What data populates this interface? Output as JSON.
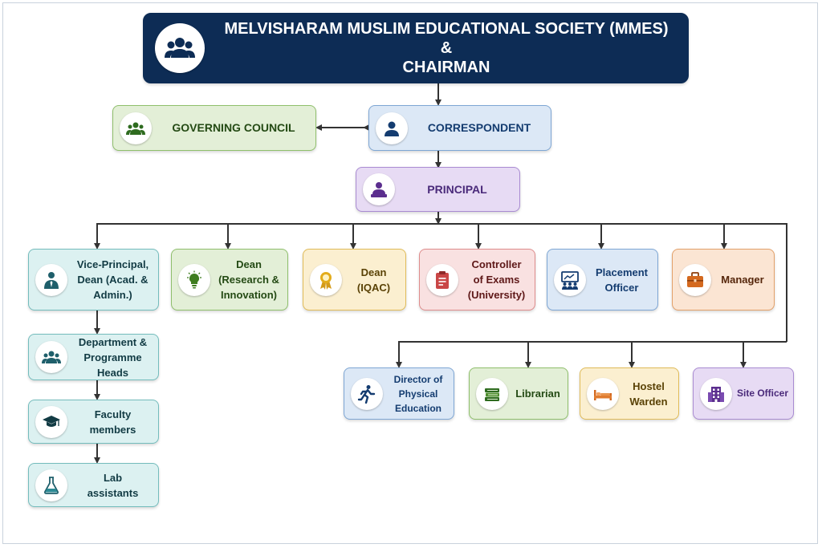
{
  "top": {
    "line1": "MELVISHARAM MUSLIM EDUCATIONAL SOCIETY (MMES)",
    "line2": "&",
    "line3": "CHAIRMAN"
  },
  "governing_council": "GOVERNING COUNCIL",
  "correspondent": "CORRESPONDENT",
  "principal": "PRINCIPAL",
  "vice_principal": {
    "line1": "Vice-Principal,",
    "line2": "Dean (Acad. &",
    "line3": "Admin.)"
  },
  "dean_research": {
    "line1": "Dean",
    "line2": "(Research &",
    "line3": "Innovation)"
  },
  "dean_iqac": {
    "line1": "Dean",
    "line2": "(IQAC)"
  },
  "controller": {
    "line1": "Controller",
    "line2": "of Exams",
    "line3": "(University)"
  },
  "placement": {
    "line1": "Placement",
    "line2": "Officer"
  },
  "manager": "Manager",
  "department_heads": {
    "line1": "Department &",
    "line2": "Programme Heads"
  },
  "faculty": {
    "line1": "Faculty",
    "line2": "members"
  },
  "lab": {
    "line1": "Lab",
    "line2": "assistants"
  },
  "director_pe": {
    "line1": "Director of",
    "line2": "Physical",
    "line3": "Education"
  },
  "librarian": "Librarian",
  "hostel": {
    "line1": "Hostel",
    "line2": "Warden"
  },
  "site_officer": "Site Officer",
  "colors": {
    "navy": "#0d2c55",
    "connector": "#333333"
  },
  "icons": [
    "group-icon",
    "council-icon",
    "person-icon",
    "principal-icon",
    "vice-principal-icon",
    "lightbulb-icon",
    "award-ribbon-icon",
    "clipboard-icon",
    "presentation-icon",
    "briefcase-icon",
    "department-group-icon",
    "graduation-cap-icon",
    "flask-icon",
    "runner-icon",
    "books-icon",
    "bed-icon",
    "building-icon"
  ]
}
